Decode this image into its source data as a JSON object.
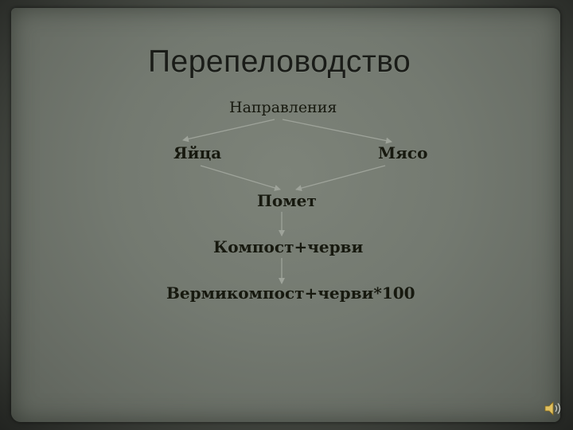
{
  "slide": {
    "title": "Перепеловодство"
  },
  "diagram": {
    "nodes": {
      "directions": "Направления",
      "eggs": "Яйца",
      "meat": "Мясо",
      "manure": "Помет",
      "compost": "Компост+черви",
      "vermicompost": "Вермикомпост+черви*100"
    },
    "edges": [
      [
        "directions",
        "eggs"
      ],
      [
        "directions",
        "meat"
      ],
      [
        "eggs",
        "manure"
      ],
      [
        "meat",
        "manure"
      ],
      [
        "manure",
        "compost"
      ],
      [
        "compost",
        "vermicompost"
      ]
    ]
  },
  "icons": {
    "sound": "speaker-icon"
  },
  "colors": {
    "slide_bg": "#737970",
    "text": "#17190f",
    "arrow": "#9ea39a"
  }
}
